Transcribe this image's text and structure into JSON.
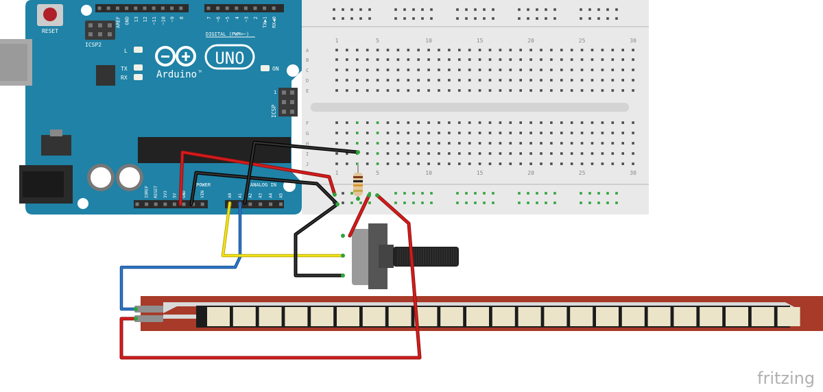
{
  "arduino": {
    "reset_label": "RESET",
    "icsp2_label": "ICSP2",
    "icsp_label": "ICSP",
    "brand": "Arduino",
    "brand_tm": "TM",
    "model": "UNO",
    "led_l": "L",
    "led_tx": "TX",
    "led_rx": "RX",
    "led_on": "ON",
    "digital_header": "DIGITAL (PWM=~)",
    "digital_pins": [
      "AREF",
      "GND",
      "13",
      "12",
      "~11",
      "~10",
      "~9",
      "8",
      "7",
      "~6",
      "~5",
      "4",
      "~3",
      "2",
      "TX▶1",
      "RX◀0"
    ],
    "power_header": "POWER",
    "analog_header": "ANALOG IN",
    "power_pins": [
      "IOREF",
      "RESET",
      "3V3",
      "5V",
      "GND",
      "GND",
      "VIN"
    ],
    "analog_pins": [
      "A0",
      "A1",
      "A2",
      "A3",
      "A4",
      "A5"
    ],
    "icsp_pin1": "1"
  },
  "breadboard": {
    "col_numbers": [
      "1",
      "5",
      "10",
      "15",
      "20",
      "25",
      "30"
    ],
    "rows_top": [
      "A",
      "B",
      "C",
      "D",
      "E"
    ],
    "rows_bottom": [
      "F",
      "G",
      "H",
      "I",
      "J"
    ]
  },
  "watermark": "fritzing",
  "colors": {
    "board_blue": "#1f82a6",
    "breadboard": "#e9e9e9",
    "wire_red": "#d41c1c",
    "wire_black": "#222222",
    "wire_yellow": "#f2e416",
    "wire_blue": "#2a77c9",
    "flex_sensor": "#a73a28",
    "active_hole": "#2fa33a"
  }
}
